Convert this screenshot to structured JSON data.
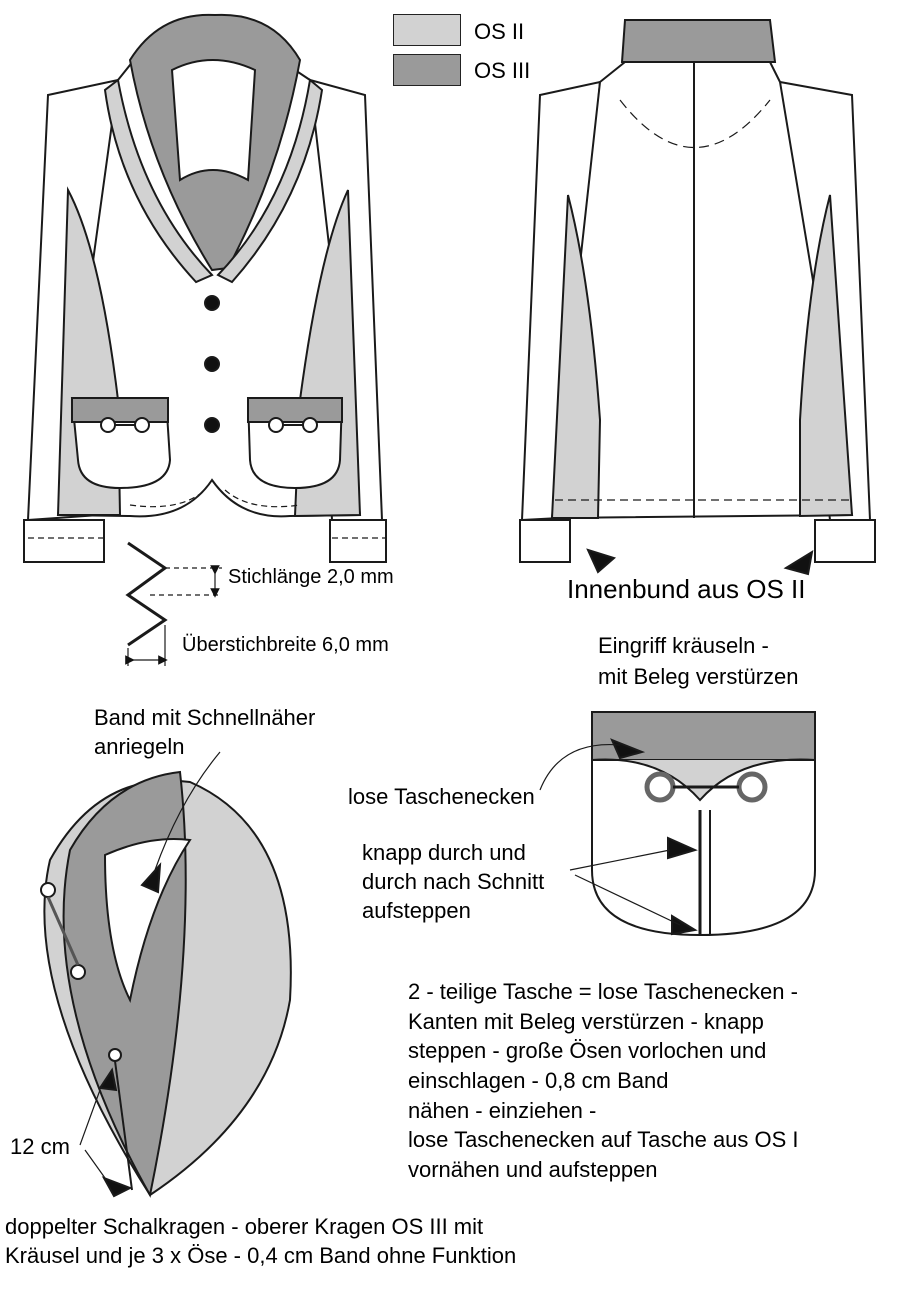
{
  "colors": {
    "os2": "#d2d2d2",
    "os3": "#9a9a9a",
    "line": "#1a1a1a",
    "paper": "#ffffff"
  },
  "legend": [
    {
      "label": "OS II",
      "color": "#d2d2d2"
    },
    {
      "label": "OS III",
      "color": "#9a9a9a"
    }
  ],
  "stitch": {
    "length": "Stichlänge 2,0 mm",
    "width": "Überstichbreite 6,0 mm"
  },
  "back_note": "Innenbund aus OS II",
  "pocket_note": {
    "line1": "Eingriff kräuseln -",
    "line2": "mit Beleg verstürzen"
  },
  "collar_note": {
    "line1": "Band mit Schnellnäher",
    "line2": "anriegeln"
  },
  "loose_corners": "lose Taschenecken",
  "stitch_note": {
    "line1": "knapp durch und",
    "line2": "durch nach Schnitt",
    "line3": "aufsteppen"
  },
  "pocket_text": [
    "2 - teilige Tasche = lose Taschenecken -",
    "Kanten mit Beleg verstürzen - knapp",
    "steppen - große Ösen vorlochen und",
    "einschlagen - 0,8 cm Band",
    "nähen - einziehen -",
    "lose Taschenecken auf Tasche aus OS I",
    "vornähen und aufsteppen"
  ],
  "band_length": "12 cm",
  "collar_caption": {
    "line1": "doppelter Schalkragen - oberer Kragen OS III mit",
    "line2": "Kräusel und je 3 x Öse - 0,4 cm Band ohne Funktion"
  }
}
